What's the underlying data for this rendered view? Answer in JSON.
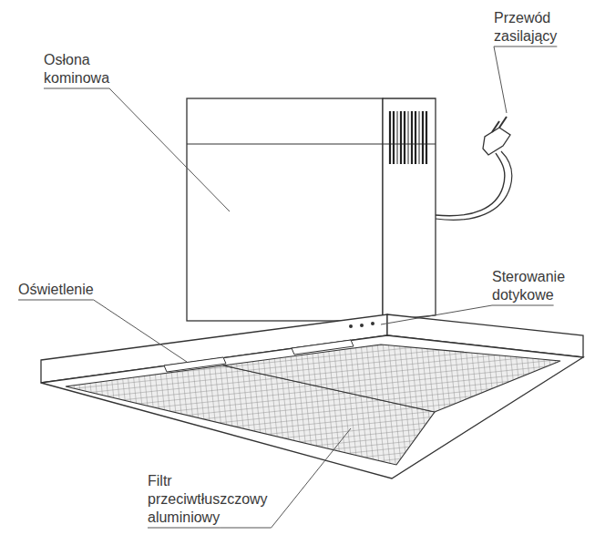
{
  "diagram": {
    "labels": [
      "Osłona kominowa",
      "Przewód zasilający",
      "Oświetlenie",
      "Sterowanie dotykowe",
      "Filtr przeciwtłuszczowy aluminiowy"
    ]
  }
}
